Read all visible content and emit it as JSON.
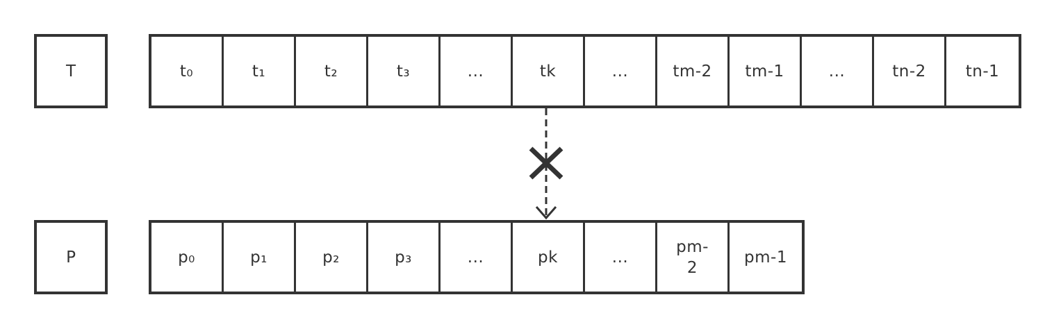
{
  "text_row": {
    "label": "T",
    "cells": [
      "t₀",
      "t₁",
      "t₂",
      "t₃",
      "...",
      "tk",
      "...",
      "tm-2",
      "tm-1",
      "...",
      "tn-2",
      "tn-1"
    ]
  },
  "pattern_row": {
    "label": "P",
    "cells": [
      "p₀",
      "p₁",
      "p₂",
      "p₃",
      "...",
      "pk",
      "...",
      "pm-2",
      "pm-1"
    ]
  },
  "comparison": {
    "from": "tk",
    "to": "pk",
    "result": "mismatch",
    "marker_icon": "cross-icon"
  },
  "colors": {
    "stroke": "#333333",
    "background": "#ffffff"
  }
}
